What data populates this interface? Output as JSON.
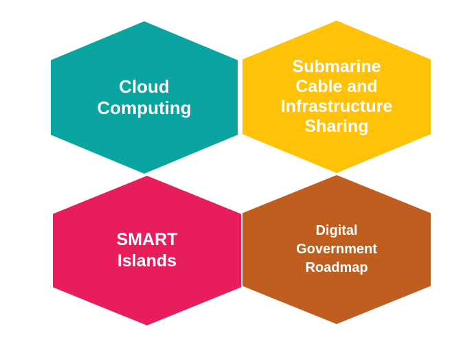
{
  "page": {
    "background_color": "#ffffff",
    "text_color": "#ffffff"
  },
  "hexagons": [
    {
      "id": "cloud-computing",
      "label": "Cloud\nComputing",
      "color": "#0AA5A0",
      "position": "top-left"
    },
    {
      "id": "submarine-cable-and-infrastructure-sharing",
      "label": "Submarine\nCable and\nInfrastructure\nSharing",
      "color": "#FFC208",
      "position": "top-right"
    },
    {
      "id": "smart-islands",
      "label": "SMART\nIslands",
      "color": "#E81D5B",
      "position": "bottom-left"
    },
    {
      "id": "digital-government-roadmap",
      "label": "Digital\nGovernment\nRoadmap",
      "color": "#C05E20",
      "position": "bottom-right"
    }
  ]
}
